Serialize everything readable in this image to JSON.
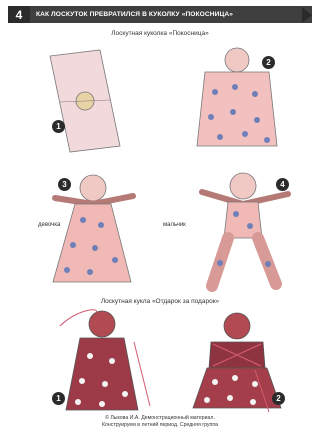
{
  "header": {
    "number": "4",
    "title": "КАК ЛОСКУТОК ПРЕВРАТИЛСЯ В КУКОЛКУ «ПОКОСНИЦА»"
  },
  "section1": {
    "caption": "Лоскутная куколка «Покосница»",
    "steps": [
      "1",
      "2",
      "3",
      "4"
    ],
    "label_girl": "девочка",
    "label_boy": "мальчик"
  },
  "section2": {
    "caption": "Лоскутная кукла «Отдарок за подарок»",
    "steps": [
      "1",
      "2"
    ]
  },
  "footer": {
    "line1": "© Лыкова И.А. Демонстрационный материал.",
    "line2": "Конструируем в летний период. Средняя группа"
  },
  "colors": {
    "header": "#3f3f3f",
    "fabric_light": "#e8a6a3",
    "fabric_dark": "#b24a52",
    "star": "#6f7fb9",
    "string": "#d45a72"
  }
}
